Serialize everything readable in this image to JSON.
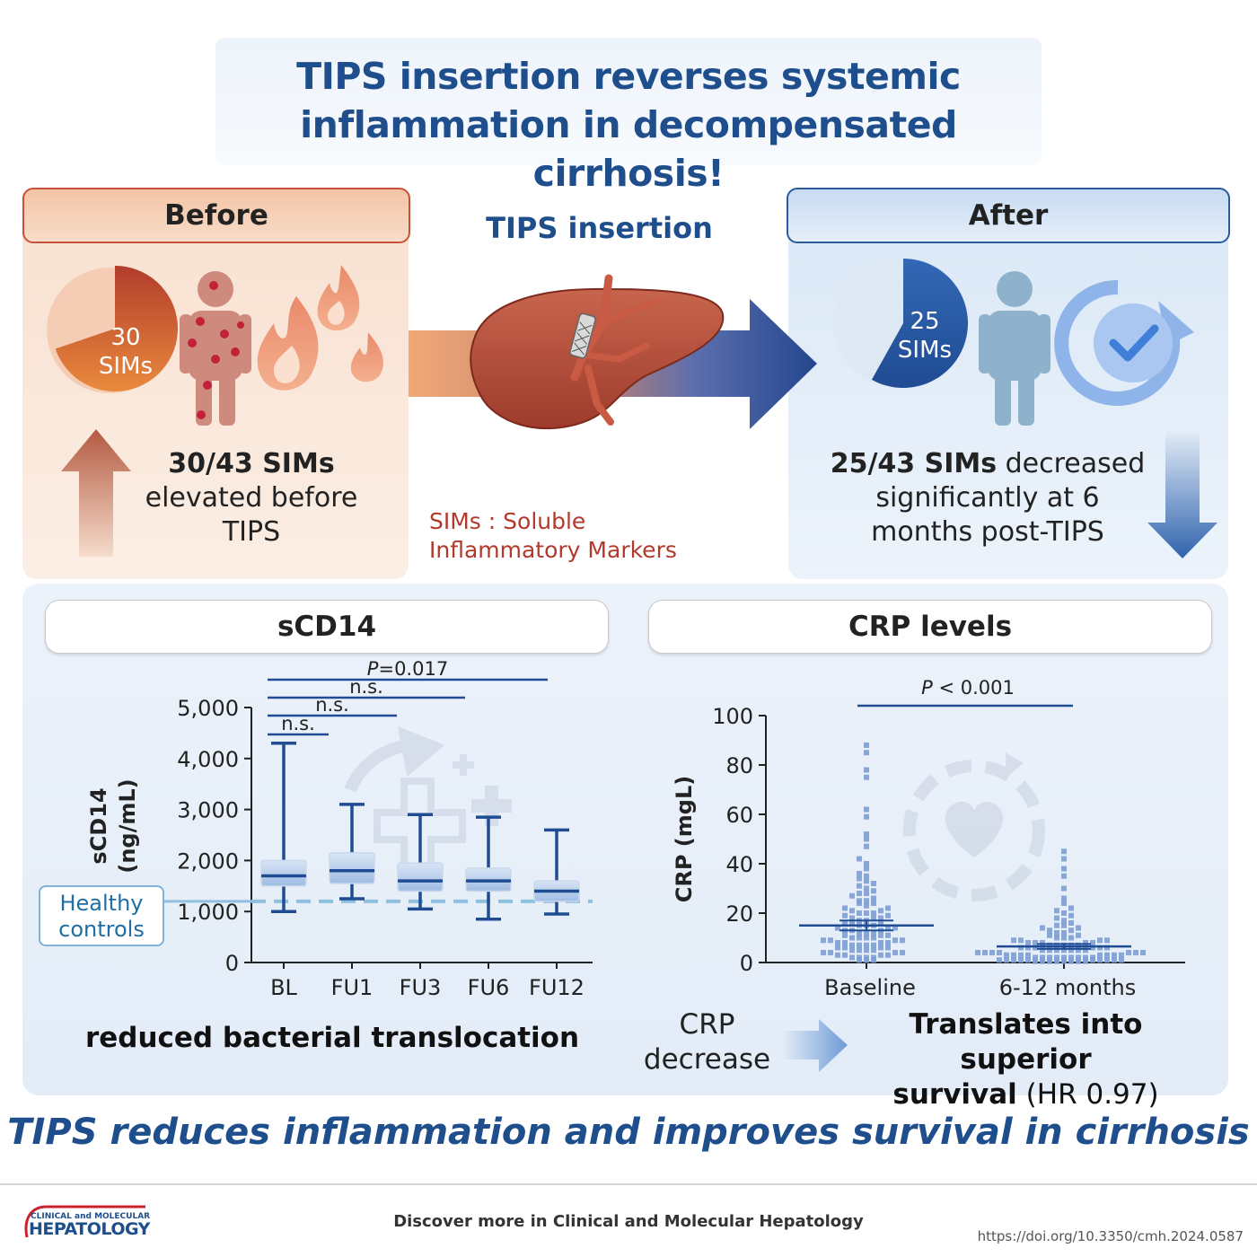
{
  "title": {
    "line1": "TIPS insertion reverses systemic",
    "line2": "inflammation in decompensated cirrhosis!"
  },
  "before": {
    "header": "Before",
    "pie_label_num": "30",
    "pie_label_unit": "SIMs",
    "stat_bold": "30/43 SIMs",
    "stat_rest1": "elevated before",
    "stat_rest2": "TIPS",
    "sims_fraction": 0.698
  },
  "tips": {
    "label": "TIPS insertion",
    "sims_def1": "SIMs : Soluble",
    "sims_def2": "Inflammatory Markers"
  },
  "after": {
    "header": "After",
    "pie_label_num": "25",
    "pie_label_unit": "SIMs",
    "stat_bold": "25/43 SIMs",
    "stat_rest1": " decreased",
    "stat_rest2": "significantly at 6",
    "stat_rest3": "months post-TIPS",
    "sims_fraction": 0.581
  },
  "scd14": {
    "header": "sCD14",
    "ylabel1": "sCD14",
    "ylabel2": "(ng/mL)",
    "healthy_label1": "Healthy",
    "healthy_label2": "controls",
    "healthy_value": 1200,
    "caption": "reduced bacterial translocation"
  },
  "crp": {
    "header": "CRP levels",
    "ylabel": "CRP (mgL)",
    "decrease1": "CRP",
    "decrease2": "decrease",
    "survival_bold1": "Translates into superior",
    "survival_bold2": "survival",
    "survival_rest": " (HR 0.97)"
  },
  "banner": "TIPS reduces inflammation and improves survival in cirrhosis",
  "footer": {
    "text": "Discover more in Clinical and Molecular Hepatology",
    "doi": "https://doi.org/10.3350/cmh.2024.0587",
    "logo_small": "CLINICAL and MOLECULAR",
    "logo_big": "HEPATOLOGY"
  },
  "colors": {
    "title_blue": "#1f4e8c",
    "before_red": "#c8513a",
    "after_blue": "#2a5a9c",
    "box_fill": "#c7d8ef",
    "crp_dot": "#7d9fd4"
  },
  "chart_data": [
    {
      "type": "box",
      "ylabel": "sCD14 (ng/mL)",
      "ylim": [
        0,
        5000
      ],
      "yticks": [
        0,
        1000,
        2000,
        3000,
        4000,
        5000
      ],
      "ytick_labels": [
        "0",
        "1,000",
        "2,000",
        "3,000",
        "4,000",
        "5,000"
      ],
      "categories": [
        "BL",
        "FU1",
        "FU3",
        "FU6",
        "FU12"
      ],
      "boxes": [
        {
          "min": 1000,
          "q1": 1500,
          "median": 1700,
          "q3": 2000,
          "max": 4300
        },
        {
          "min": 1250,
          "q1": 1550,
          "median": 1800,
          "q3": 2150,
          "max": 3100
        },
        {
          "min": 1050,
          "q1": 1400,
          "median": 1600,
          "q3": 1950,
          "max": 2900
        },
        {
          "min": 850,
          "q1": 1400,
          "median": 1600,
          "q3": 1850,
          "max": 2850
        },
        {
          "min": 950,
          "q1": 1200,
          "median": 1400,
          "q3": 1600,
          "max": 2600
        }
      ],
      "reference_line": 1200,
      "comparisons": [
        {
          "from": "BL",
          "to": "FU1",
          "label": "n.s."
        },
        {
          "from": "BL",
          "to": "FU3",
          "label": "n.s."
        },
        {
          "from": "BL",
          "to": "FU6",
          "label": "n.s."
        },
        {
          "from": "BL",
          "to": "FU12",
          "label_italic": "P",
          "label": "=0.017"
        }
      ]
    },
    {
      "type": "scatter",
      "ylabel": "CRP (mgL)",
      "ylim": [
        0,
        100
      ],
      "yticks": [
        0,
        20,
        40,
        60,
        80,
        100
      ],
      "categories": [
        "Baseline",
        "6-12 months"
      ],
      "means": [
        15,
        6.5
      ],
      "sem": [
        2,
        1
      ],
      "comparison": {
        "label_italic": "P",
        "label": " < 0.001"
      },
      "points": [
        [
          88,
          85,
          78,
          75,
          62,
          59,
          52,
          50,
          47,
          42,
          40,
          38,
          36,
          35,
          34,
          33,
          32,
          31,
          30,
          29,
          28,
          28,
          27,
          26,
          25,
          25,
          24,
          24,
          23,
          22,
          22,
          21,
          21,
          20,
          20,
          20,
          19,
          19,
          18,
          18,
          18,
          17,
          17,
          16,
          16,
          16,
          15,
          15,
          15,
          14,
          14,
          14,
          13,
          13,
          13,
          12,
          12,
          12,
          11,
          11,
          11,
          10,
          10,
          10,
          10,
          9,
          9,
          9,
          9,
          8,
          8,
          8,
          8,
          7,
          7,
          7,
          7,
          6,
          6,
          6,
          6,
          5,
          5,
          5,
          5,
          4,
          4,
          4,
          4,
          3,
          3,
          3,
          3,
          2,
          2,
          2,
          2,
          1,
          1,
          1
        ],
        [
          45,
          42,
          38,
          35,
          30,
          26,
          24,
          22,
          21,
          20,
          19,
          18,
          17,
          16,
          15,
          15,
          14,
          14,
          13,
          13,
          12,
          12,
          11,
          11,
          10,
          10,
          10,
          9,
          9,
          9,
          9,
          8,
          8,
          8,
          8,
          8,
          7,
          7,
          7,
          7,
          7,
          6,
          6,
          6,
          6,
          6,
          6,
          5,
          5,
          5,
          5,
          5,
          5,
          5,
          4,
          4,
          4,
          4,
          4,
          4,
          4,
          3,
          3,
          3,
          3,
          3,
          3,
          3,
          3,
          2,
          2,
          2,
          2,
          2,
          2,
          2,
          2,
          2,
          1,
          1,
          1,
          1,
          1,
          1,
          1,
          1,
          1,
          1,
          0.5,
          0.5,
          0.5,
          0.5,
          0.5,
          0.5,
          0.5,
          0.5
        ]
      ]
    }
  ]
}
